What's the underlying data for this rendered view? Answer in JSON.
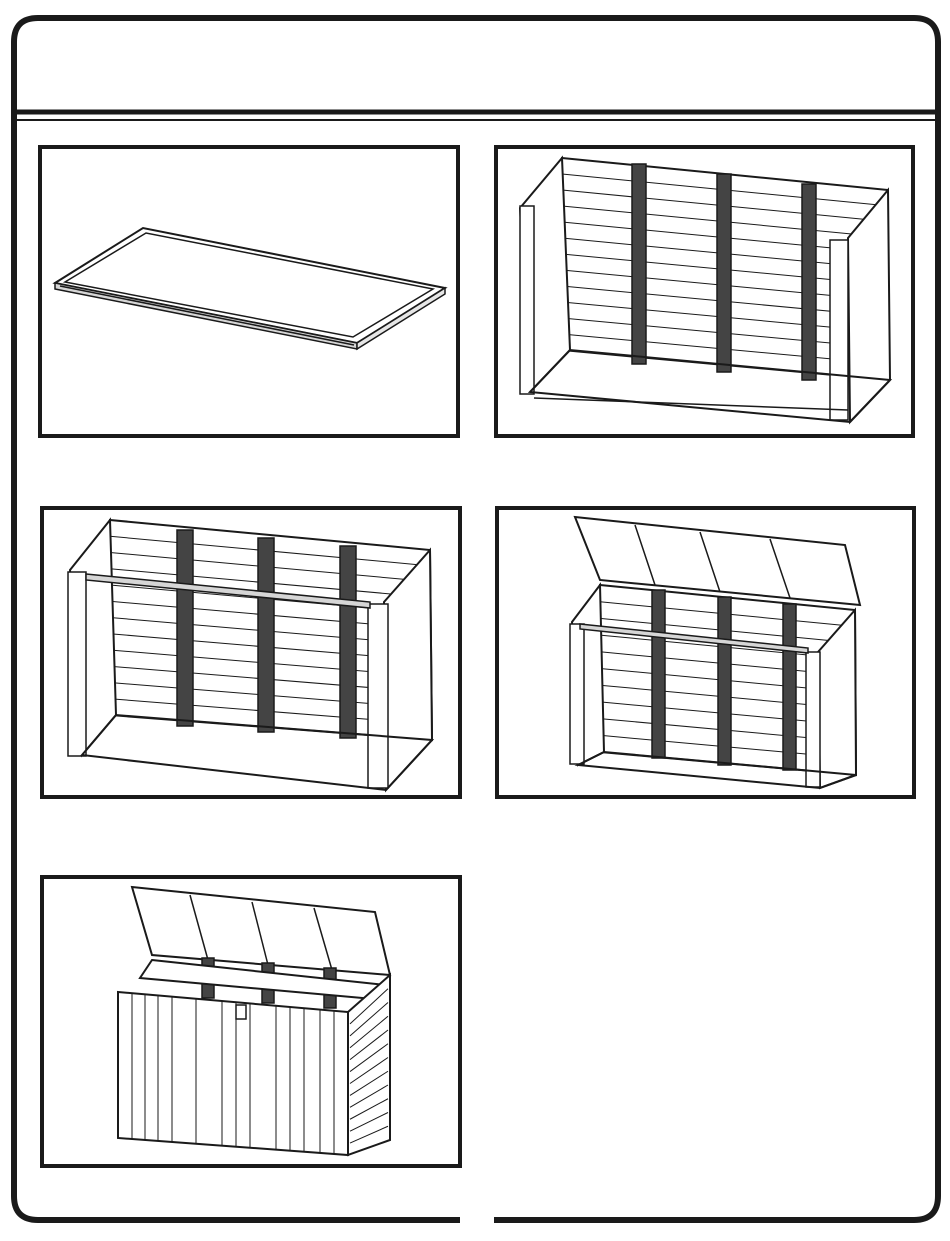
{
  "document": {
    "header_title": "",
    "page_number": ""
  },
  "steps": [
    {
      "name": "base-frame"
    },
    {
      "name": "back-and-side-walls"
    },
    {
      "name": "front-crossbar"
    },
    {
      "name": "lid-installed"
    },
    {
      "name": "front-doors"
    }
  ],
  "colors": {
    "line": "#1a1a1a",
    "panel_fill": "#ffffff",
    "shade": "#cfcfcf"
  }
}
